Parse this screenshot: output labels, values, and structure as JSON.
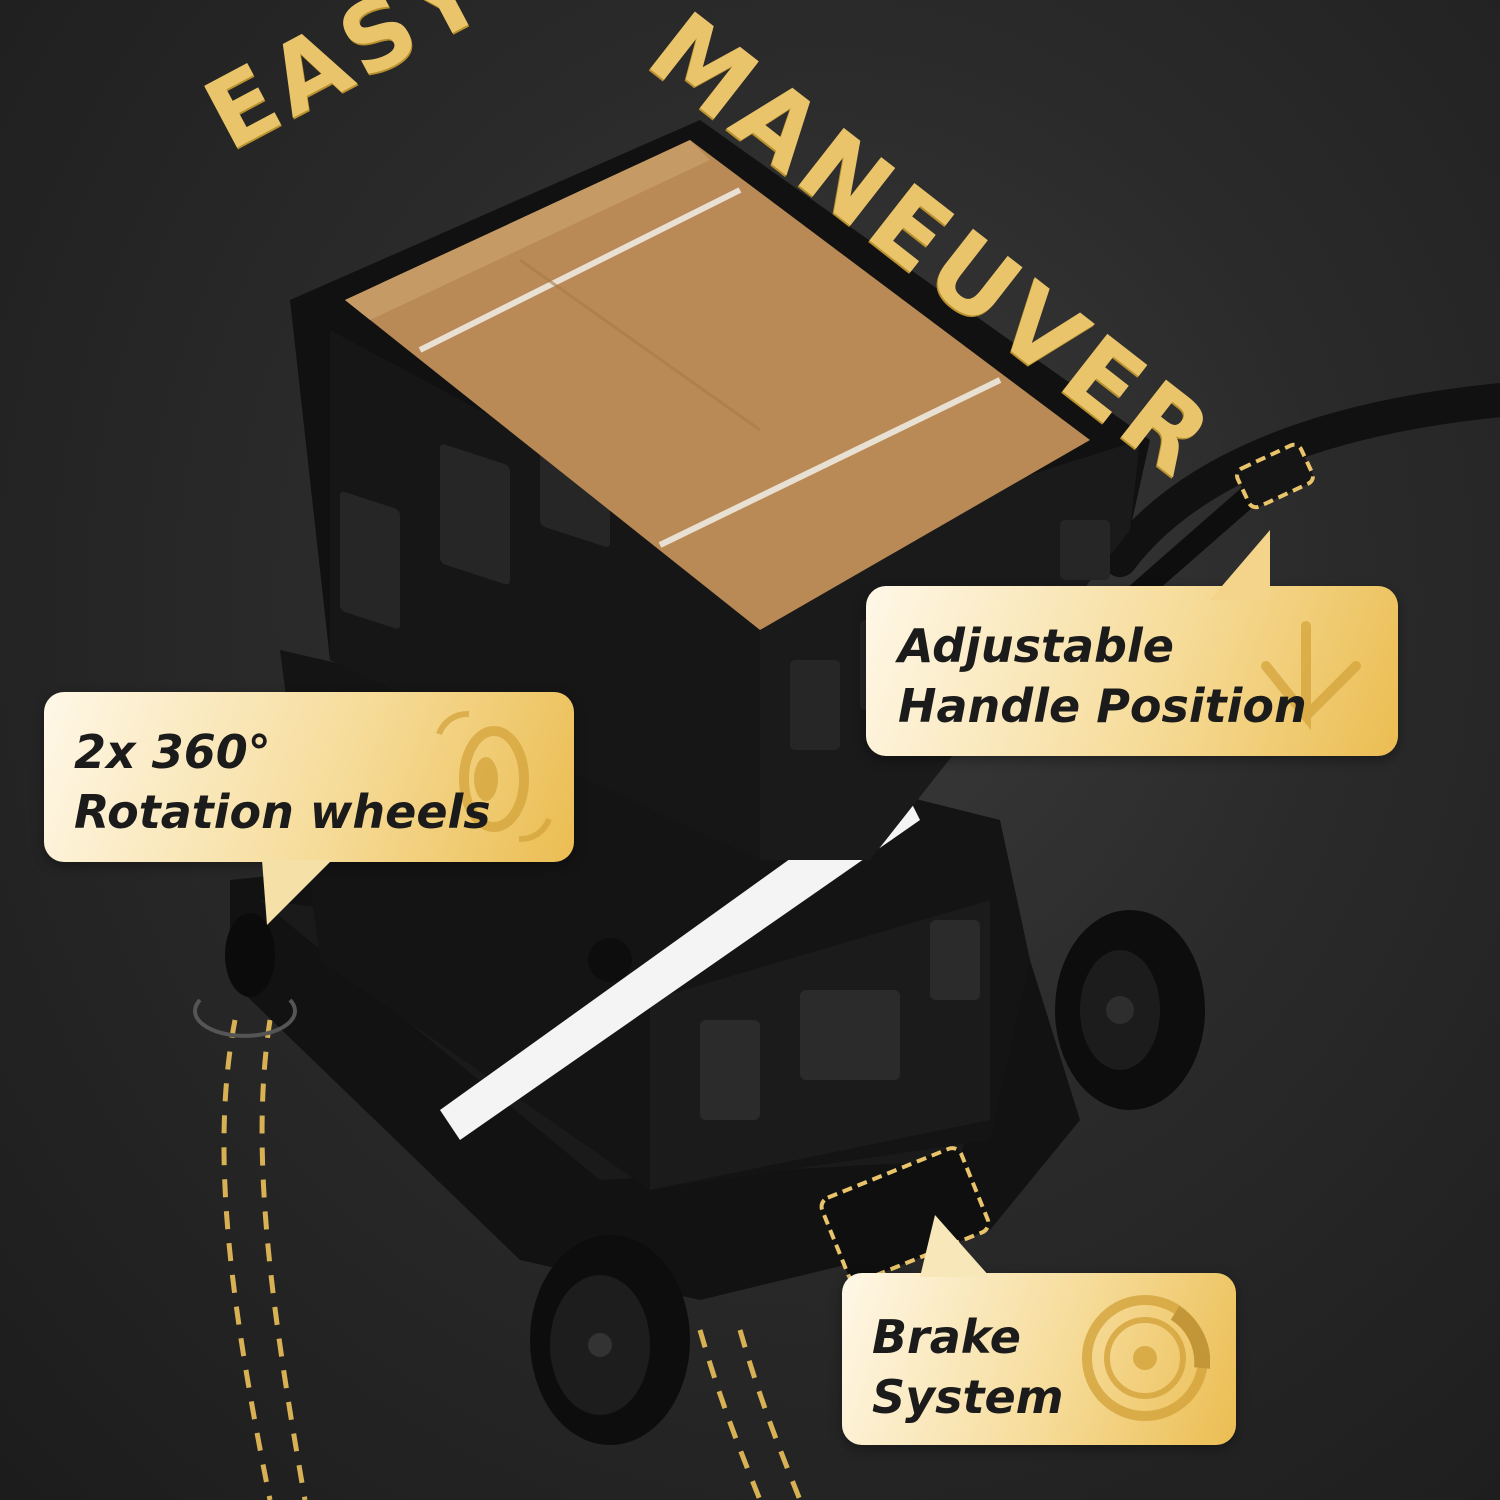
{
  "headline": {
    "word1": "EASY TO",
    "word2": "MANEUVER"
  },
  "callouts": {
    "handle": {
      "line1": "Adjustable",
      "line2": "Handle Position"
    },
    "wheels": {
      "line1": "2x 360°",
      "line2": "Rotation wheels"
    },
    "brake": {
      "line1": "Brake",
      "line2": "System"
    }
  },
  "colors": {
    "accent_gold": "#e9c46a",
    "background": "#2a2a2a",
    "box_brown": "#b98a55"
  },
  "icons": [
    "handle-adjust-icon",
    "rotation-wheel-icon",
    "brake-disc-icon"
  ]
}
